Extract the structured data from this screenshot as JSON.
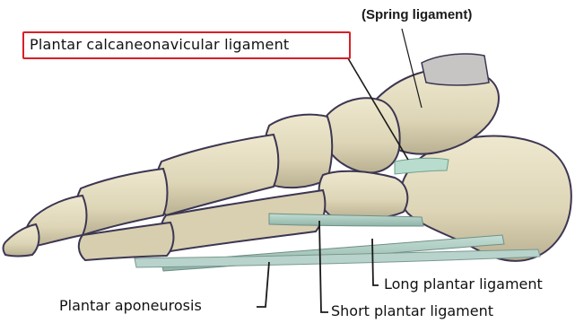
{
  "labels": {
    "spring": "(Spring ligament)",
    "main": "Plantar calcaneonavicular ligament",
    "aponeurosis": "Plantar aponeurosis",
    "short_plantar": "Short plantar ligament",
    "long_plantar": "Long plantar ligament"
  },
  "colors": {
    "bone_fill": "#e3dcc0",
    "bone_shadow": "#b7ae92",
    "bone_outline": "#3d3652",
    "ligament": "#a8c9c0",
    "highlight_box": "#d81f26",
    "leader_line": "#1a1a1a"
  }
}
